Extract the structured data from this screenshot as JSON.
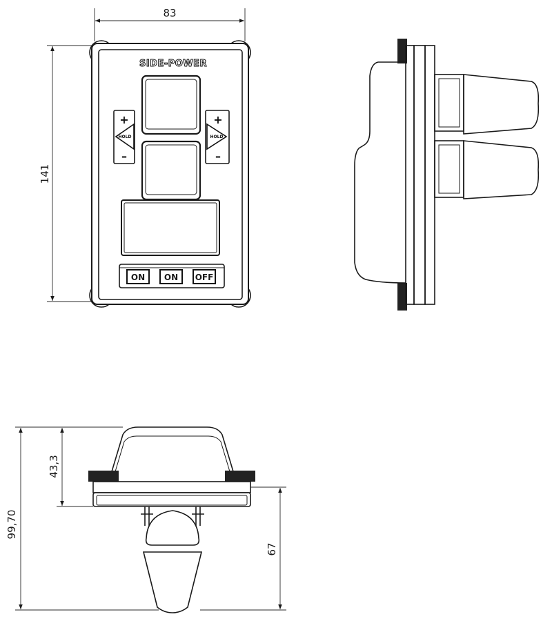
{
  "dimensions": {
    "width_top": "83",
    "height_front": "141",
    "total_height": "99,70",
    "body_height": "43,3",
    "depth_below": "67"
  },
  "panel": {
    "brand": "SIDE-POWER",
    "left_label": "HOLD",
    "right_label": "HOLD",
    "plus": "+",
    "minus": "–",
    "buttons": [
      "ON",
      "ON",
      "OFF"
    ]
  },
  "colors": {
    "line": "#1a1a1a",
    "background": "#ffffff"
  }
}
